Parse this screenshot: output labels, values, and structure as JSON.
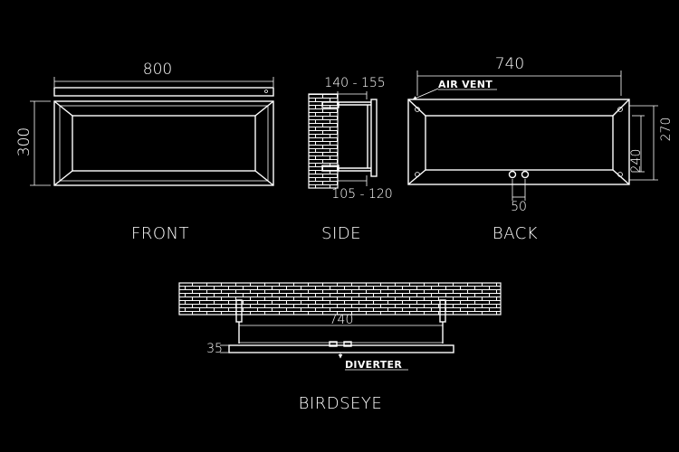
{
  "colors": {
    "background": "#000000",
    "line": "#ffffff"
  },
  "front": {
    "caption": "FRONT",
    "width_label": "800",
    "height_label": "300"
  },
  "side": {
    "caption": "SIDE",
    "top_label": "140 - 155",
    "bottom_label": "105 - 120"
  },
  "back": {
    "caption": "BACK",
    "width_label": "740",
    "height_outer_label": "270",
    "height_inner_label": "240",
    "pipe_gap_label": "50",
    "note": "AIR VENT"
  },
  "birdseye": {
    "caption": "BIRDSEYE",
    "width_label": "740",
    "depth_label": "35",
    "note": "DIVERTER"
  }
}
